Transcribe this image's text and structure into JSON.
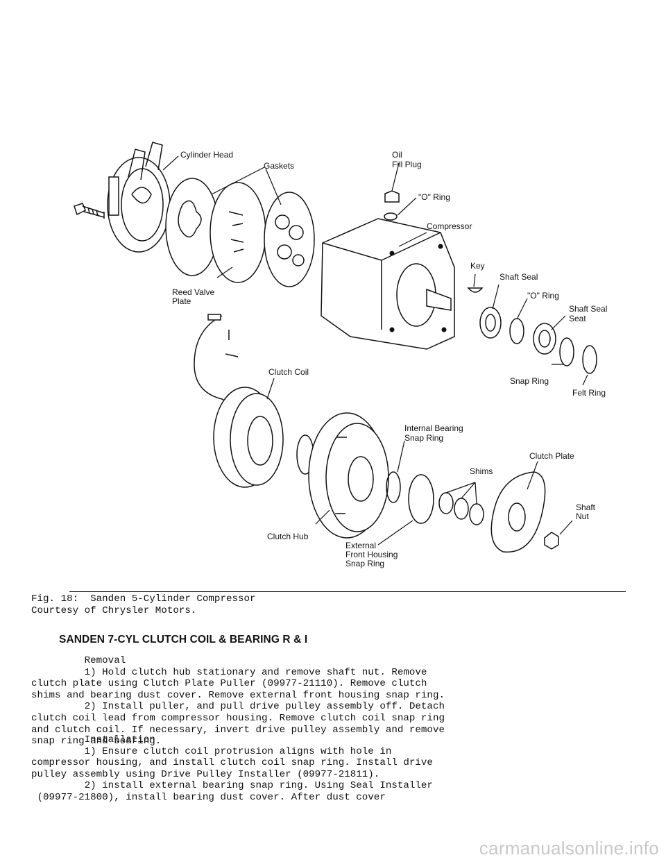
{
  "figure": {
    "labels": {
      "cylinder_head": "Cylinder Head",
      "gaskets": "Gaskets",
      "oil_fill_plug_1": "Oil",
      "oil_fill_plug_2": "Fill Plug",
      "o_ring_1": "\"O\" Ring",
      "compressor": "Compressor",
      "key": "Key",
      "shaft_seal": "Shaft Seal",
      "o_ring_2": "\"O\" Ring",
      "shaft_seal_seat_1": "Shaft Seal",
      "shaft_seal_seat_2": "Seat",
      "reed_valve_plate_1": "Reed Valve",
      "reed_valve_plate_2": "Plate",
      "snap_ring": "Snap Ring",
      "felt_ring": "Felt Ring",
      "clutch_coil": "Clutch Coil",
      "internal_bearing_1": "Internal Bearing",
      "internal_bearing_2": "Snap Ring",
      "clutch_plate": "Clutch Plate",
      "shims": "Shims",
      "shaft_nut_1": "Shaft",
      "shaft_nut_2": "Nut",
      "clutch_hub": "Clutch Hub",
      "external_1": "External",
      "external_2": "Front Housing",
      "external_3": "Snap Ring"
    }
  },
  "caption": {
    "line1": "Fig. 18:  Sanden 5-Cylinder Compressor",
    "line2": "Courtesy of Chrysler Motors."
  },
  "section": {
    "heading": "SANDEN 7-CYL CLUTCH COIL & BEARING R & I",
    "removal": "         Removal\n         1) Hold clutch hub stationary and remove shaft nut. Remove\nclutch plate using Clutch Plate Puller (09977-21110). Remove clutch\nshims and bearing dust cover. Remove external front housing snap ring.\n         2) Install puller, and pull drive pulley assembly off. Detach\nclutch coil lead from compressor housing. Remove clutch coil snap ring\nand clutch coil. If necessary, invert drive pulley assembly and remove\nsnap ring and bearing.",
    "installation": "         Installation\n         1) Ensure clutch coil protrusion aligns with hole in\ncompressor housing, and install clutch coil snap ring. Install drive\npulley assembly using Drive Pulley Installer (09977-21811).\n         2) install external bearing snap ring. Using Seal Installer\n (09977-21800), install bearing dust cover. After dust cover"
  },
  "watermark": "carmanualsonline.info"
}
